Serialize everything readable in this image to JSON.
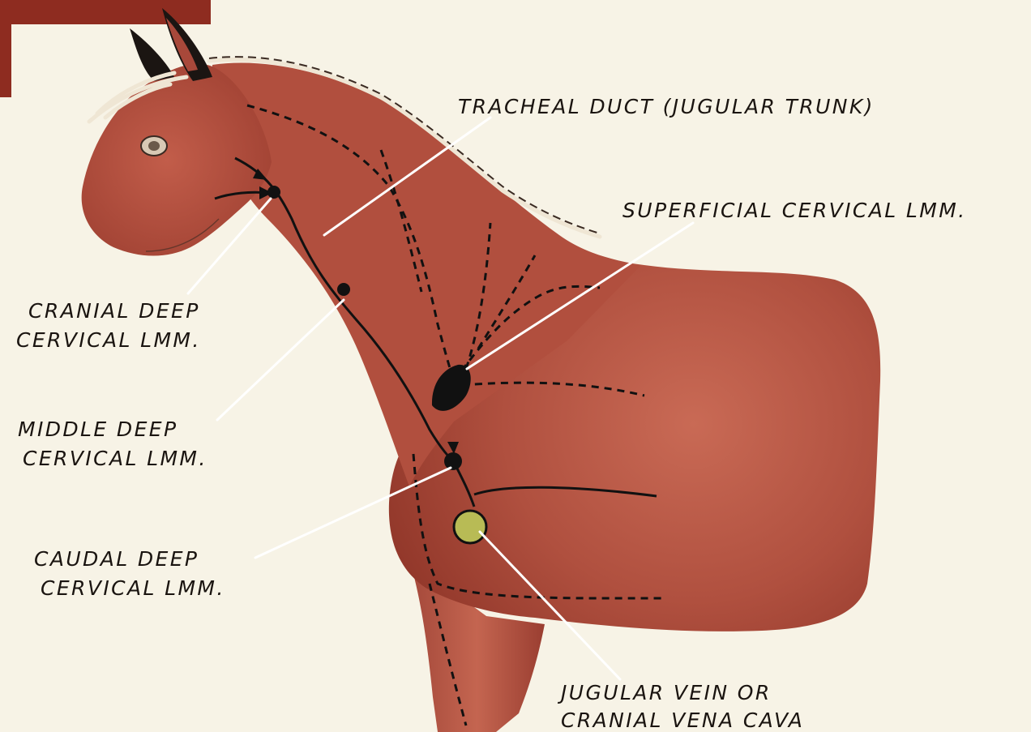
{
  "labels": {
    "tracheal_duct": "TRACHEAL DUCT (JUGULAR TRUNK)",
    "superficial_cervical": "SUPERFICIAL CERVICAL LMM.",
    "cranial_deep": {
      "line1": "CRANIAL DEEP",
      "line2": "CERVICAL LMM."
    },
    "middle_deep": {
      "line1": "MIDDLE DEEP",
      "line2": "CERVICAL LMM."
    },
    "caudal_deep": {
      "line1": "CAUDAL DEEP",
      "line2": "CERVICAL LMM."
    },
    "jugular_vein": {
      "line1": "JUGULAR VEIN OR",
      "line2": "CRANIAL VENA CAVA"
    }
  },
  "colors": {
    "background": "#f7f3e6",
    "horse_body": "#b0503f",
    "horse_shadow": "#8f3528",
    "lymph_node": "#111111",
    "jugular_vein_fill": "#b8bb55",
    "leader_line": "#ffffff",
    "vessel_line": "#111111"
  }
}
